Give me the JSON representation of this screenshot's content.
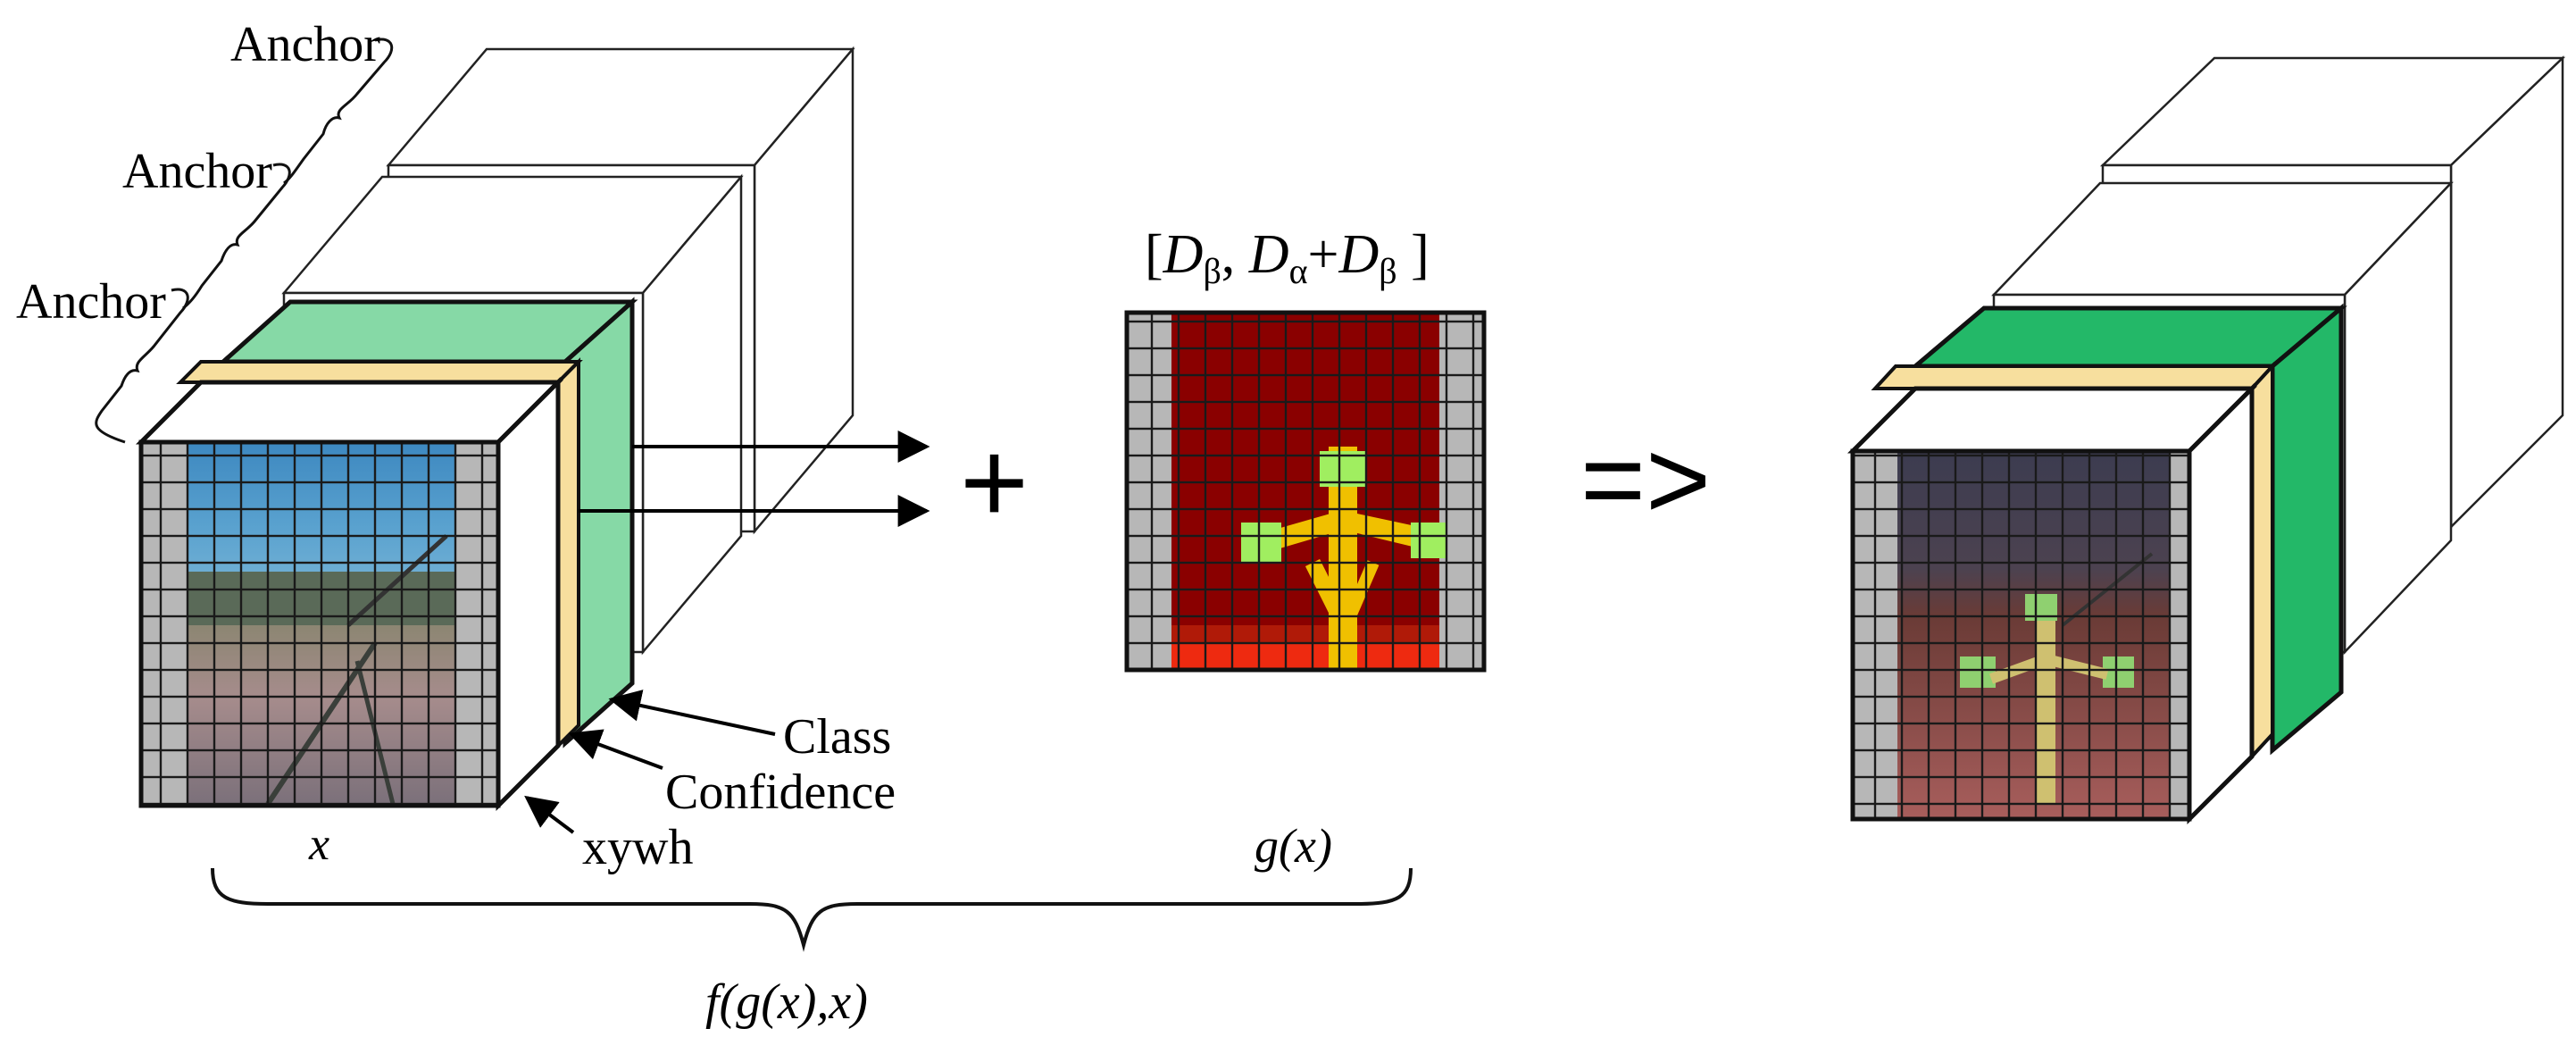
{
  "labels": {
    "anchor_1": "Anchor",
    "anchor_2": "Anchor",
    "anchor_3": "Anchor",
    "class": "Class",
    "confidence": "Confidence",
    "xywh": "xywh",
    "x": "x",
    "gx": "g(x)",
    "fgx": "f(g(x),x)",
    "plus": "+",
    "arrow_result": "=>"
  },
  "formula": {
    "open": "[",
    "d1": "D",
    "s1": "β",
    "comma": ", ",
    "d2": "D",
    "s2": "α",
    "plus": "+",
    "d3": "D",
    "s3": "β",
    "close": " ]"
  },
  "colors": {
    "class_channel": "#86d9a6",
    "class_channel_output": "#23b868",
    "confidence_channel": "#f7df9e",
    "grid_gray": "#b4b4b4",
    "heatmap_red": "#880000",
    "heatmap_yellow": "#f0c000",
    "heatmap_green": "#a0ee60"
  },
  "icons": [
    "arrow-right-icon",
    "arrow-left-icon",
    "brace-icon"
  ]
}
